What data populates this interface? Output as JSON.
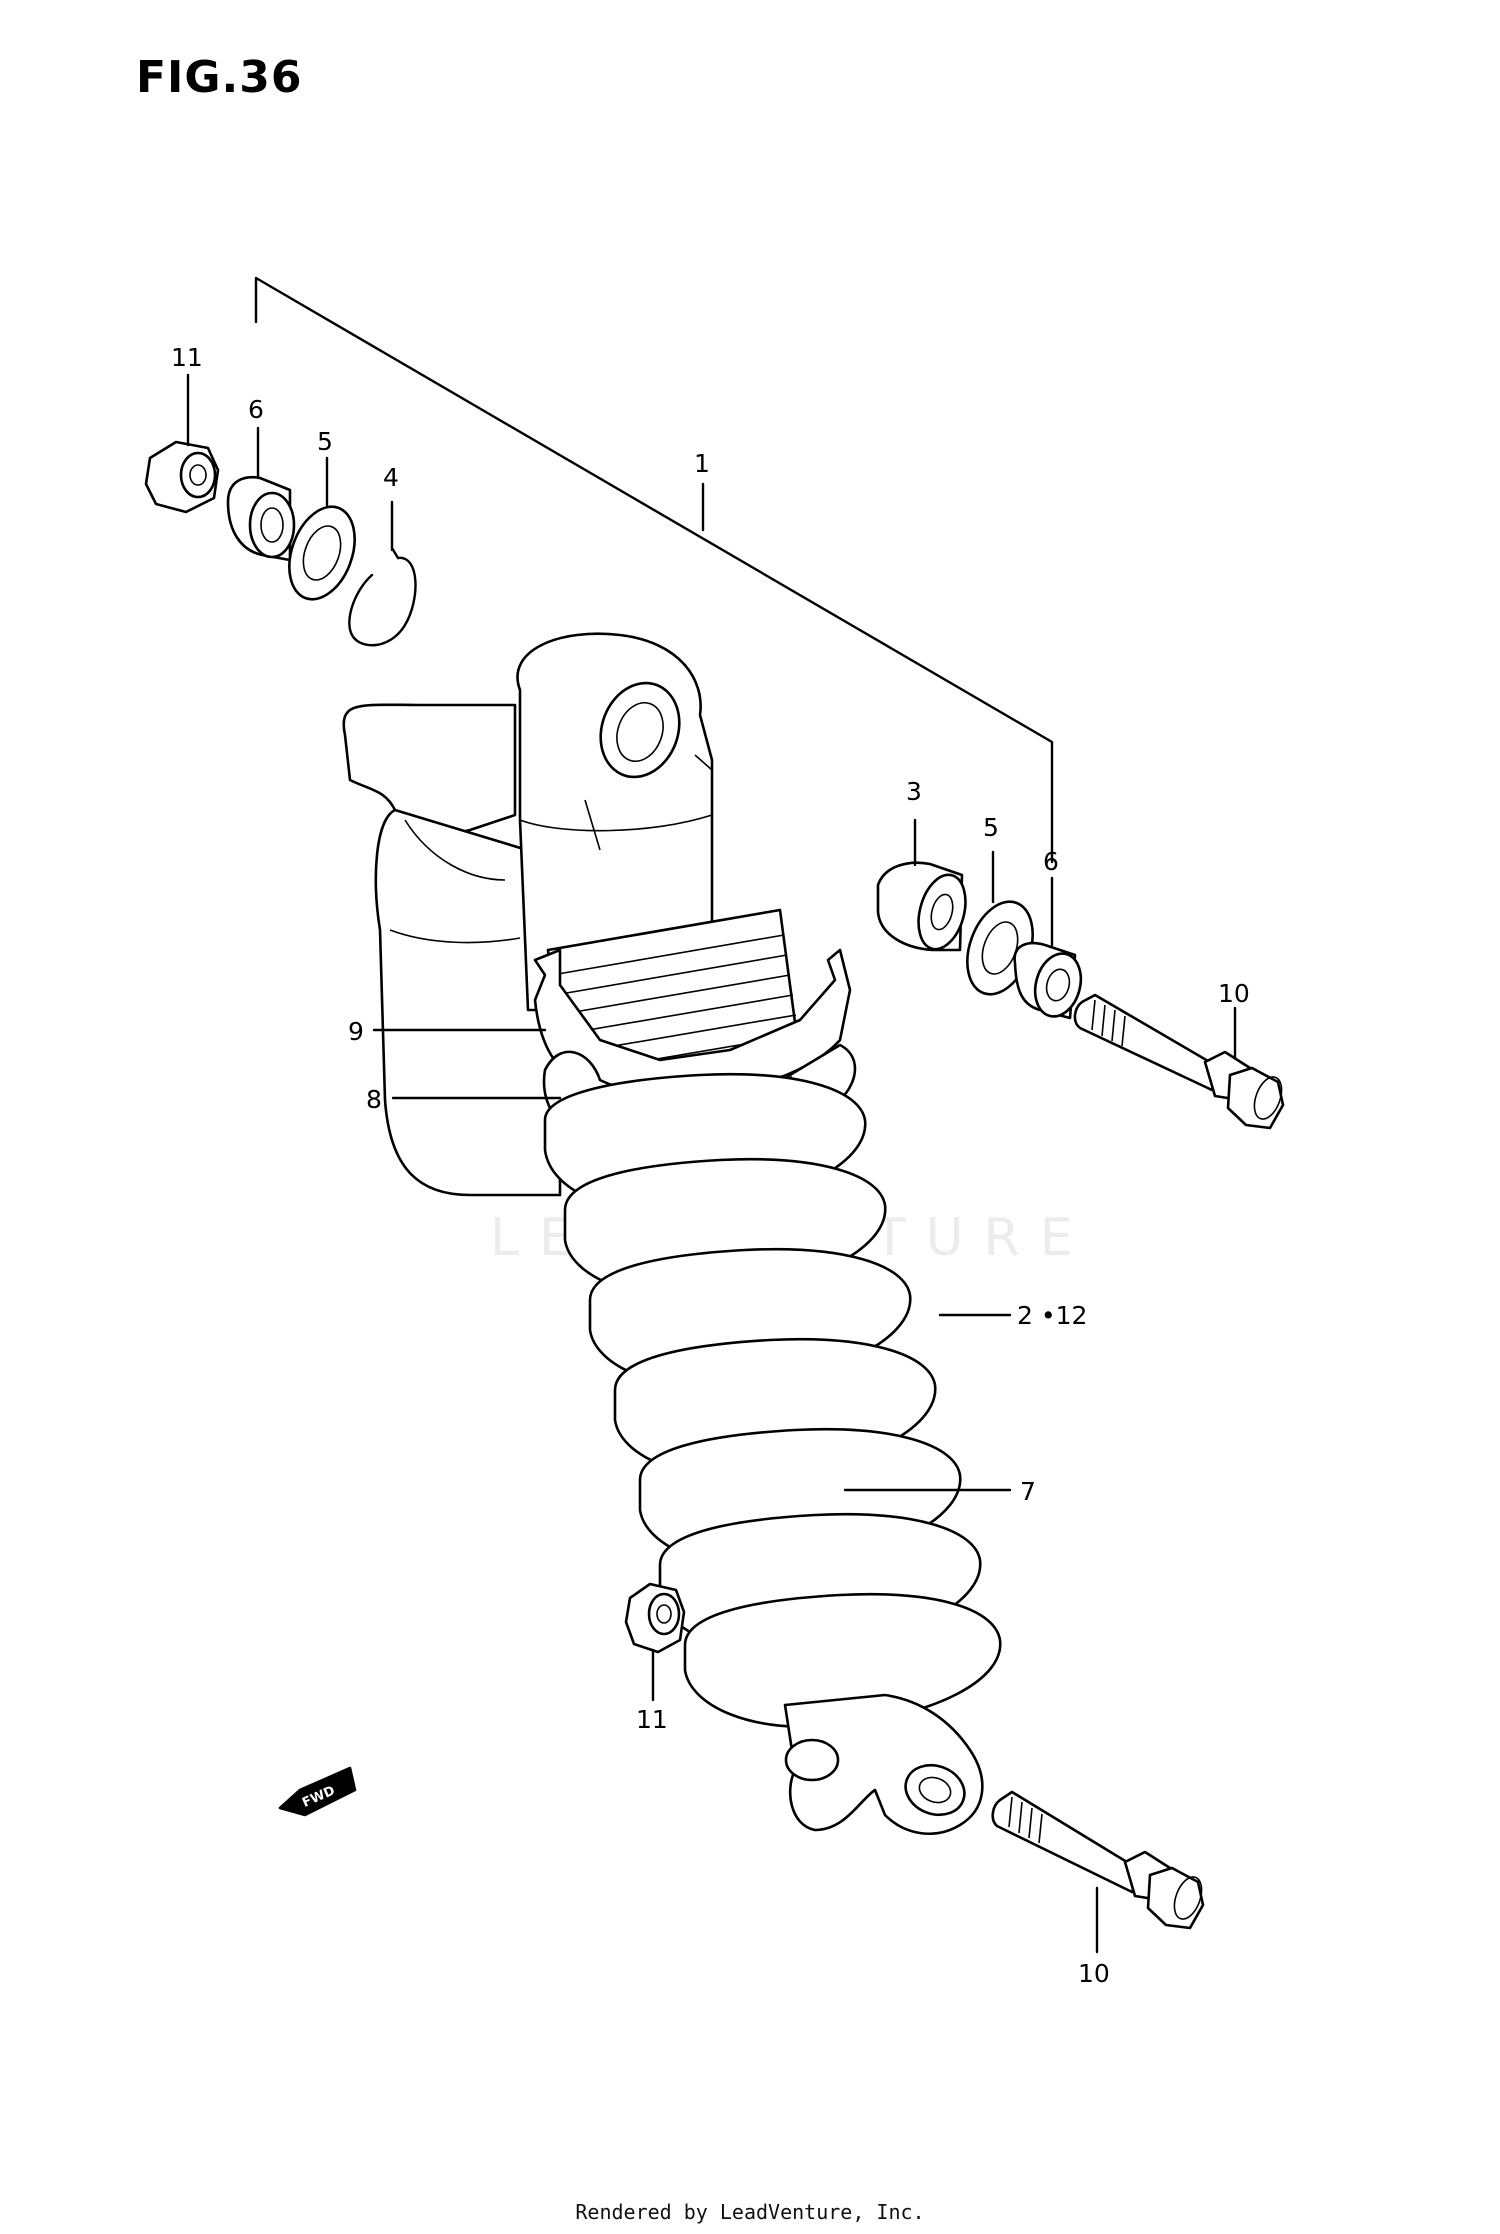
{
  "figure": {
    "title": "FIG.36"
  },
  "watermark": {
    "text": "LEADVENTURE"
  },
  "callouts": {
    "part_1": "1",
    "part_2_12": "2 •12",
    "part_3": "3",
    "part_4": "4",
    "part_5_top": "5",
    "part_5_right": "5",
    "part_6_top": "6",
    "part_6_right": "6",
    "part_7": "7",
    "part_8": "8",
    "part_9": "9",
    "part_10_upper": "10",
    "part_10_lower": "10",
    "part_11_top": "11",
    "part_11_lower": "11"
  },
  "fwd_badge": {
    "text": "FWD"
  },
  "footer": {
    "credit": "Rendered by LeadVenture, Inc."
  }
}
